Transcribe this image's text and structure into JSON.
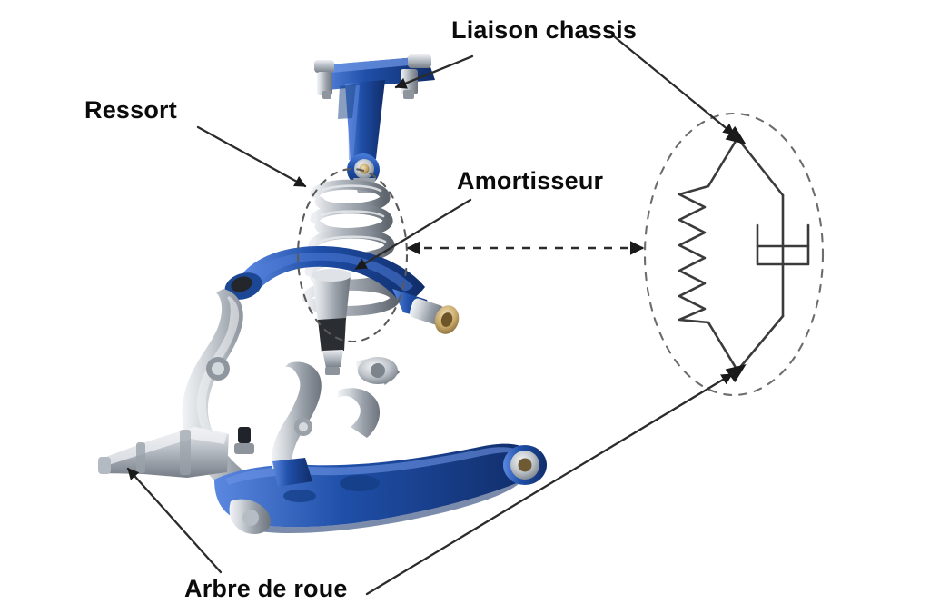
{
  "figure": {
    "title_visible": false,
    "background_color": "#ffffff",
    "description": "Photographie d'un ensemble de suspension automobile avec schema equivalent ressort-amortisseur"
  },
  "labels": {
    "liaison_chassis": "Liaison chassis",
    "ressort": "Ressort",
    "amortisseur": "Amortisseur",
    "arbre_de_roue": "Arbre de roue"
  },
  "photo": {
    "name": "suspension-assembly-photo",
    "colors": {
      "arm_blue": "#1f4fa8",
      "arm_blue_dark": "#14357a",
      "arm_blue_light": "#3f74cf",
      "metal_light": "#d8dce1",
      "metal_mid": "#a9b0b8",
      "metal_dark": "#6e757e",
      "spring_grey": "#9aa1a9",
      "shadow": "#5c6169"
    },
    "parts": [
      "top-mount-bracket",
      "strut-body",
      "coil-spring",
      "damper-body",
      "upper-control-arm",
      "steering-knuckle",
      "wheel-shaft",
      "lower-control-arm",
      "ball-joint"
    ]
  },
  "schematic": {
    "name": "spring-damper-schematic",
    "stroke_color": "#3b3b3b",
    "dashed_outline_color": "#6d6d6d",
    "elements": {
      "spring_label": "ressort (zigzag)",
      "damper_label": "amortisseur (dashpot)",
      "top_node": "liaison chassis node",
      "bottom_node": "arbre de roue node"
    },
    "spring_coils": 8
  },
  "callouts": [
    {
      "id": "liaison-chassis-to-photo",
      "from": "Liaison chassis",
      "to": "top-mount-bracket",
      "style": "solid-arrow"
    },
    {
      "id": "liaison-chassis-to-schematic",
      "from": "Liaison chassis",
      "to": "schematic-top-node",
      "style": "solid-arrow"
    },
    {
      "id": "ressort-to-photo",
      "from": "Ressort",
      "to": "coil-spring",
      "style": "solid-arrow"
    },
    {
      "id": "amortisseur-to-photo",
      "from": "Amortisseur",
      "to": "damper-body",
      "style": "solid-arrow"
    },
    {
      "id": "arbre-de-roue-to-photo",
      "from": "Arbre de roue",
      "to": "wheel-shaft",
      "style": "solid-arrow"
    },
    {
      "id": "arbre-de-roue-to-schematic",
      "from": "Arbre de roue",
      "to": "schematic-bottom-node",
      "style": "solid-arrow"
    },
    {
      "id": "equivalence-link",
      "from": "photo-ellipse",
      "to": "schematic-ellipse",
      "style": "dashed-double-arrow"
    }
  ]
}
